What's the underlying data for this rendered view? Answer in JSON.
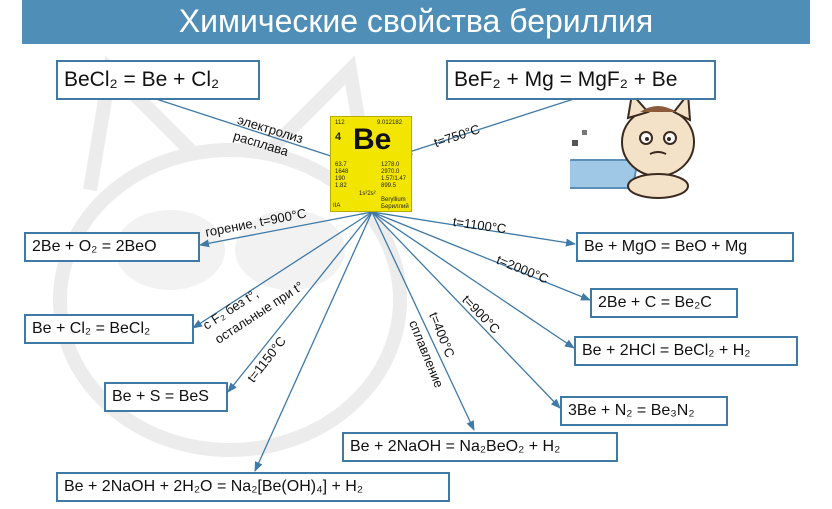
{
  "title": "Химические свойства бериллия",
  "element_tile": {
    "atomic_number_top": "112",
    "atomic_mass": "9.012182",
    "number": "4",
    "symbol": "Be",
    "left_values": [
      "63.7",
      "1648",
      "190",
      "1.82"
    ],
    "right_values": [
      "1278.0",
      "2970.0",
      "1.57/1.47",
      "899.5"
    ],
    "config": "1s²2s²",
    "name_en": "Beryllium",
    "name_ru": "Бериллий",
    "side": "IIA"
  },
  "reactions": {
    "becl2_electrolysis": "BeCl₂ = Be + Cl₂",
    "bef2_mg": "BeF₂ + Mg = MgF₂ + Be",
    "be_o2": "2Be + O₂ = 2BeO",
    "be_cl2": "Be + Cl₂ = BeCl₂",
    "be_s": "Be + S = BeS",
    "be_naoh_h2o": "Be + 2NaOH + 2H₂O = Na₂[Be(OH)₄] + H₂",
    "be_naoh_fusion": "Be + 2NaOH = Na₂BeO₂ + H₂",
    "be_n2": "3Be + N₂ = Be₃N₂",
    "be_hcl": "Be + 2HCl = BeCl₂ + H₂",
    "be_c": "2Be + C = Be₂C",
    "be_mgo": "Be + MgO = BeO + Mg"
  },
  "conditions": {
    "electrolysis_1": "электролиз",
    "electrolysis_2": "расплава",
    "t750": "t=750°C",
    "combustion": "горение, t=900°C",
    "f2_1": "с F₂ без t°,",
    "f2_2": "остальные при t°",
    "t1150": "t=1150°C",
    "t400": "t=400°C",
    "fusion": "сплавление",
    "t900": "t=900°C",
    "t2000": "t=2000°C",
    "t1100": "t=1100°C"
  },
  "colors": {
    "banner": "#4f8fb7",
    "box_border": "#3f79a6",
    "arrow": "#3f79a6",
    "tile": "#f2e600"
  }
}
